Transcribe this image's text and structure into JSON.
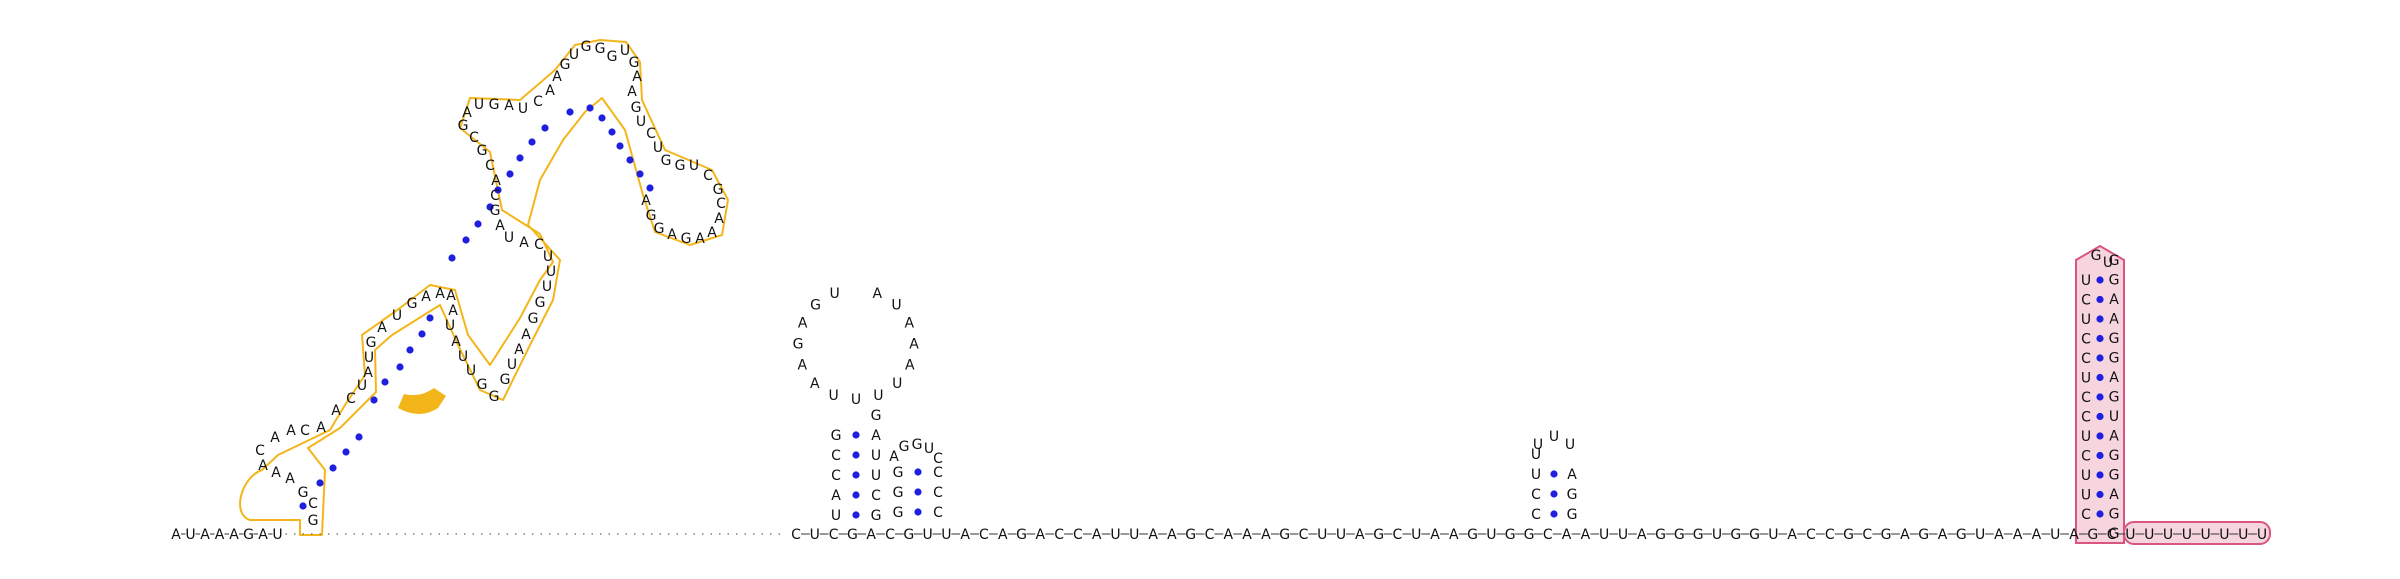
{
  "diagram": {
    "colors": {
      "pair": "#1f1fe0",
      "backbone": "#333333",
      "gapDot": "#666666",
      "orange_outline": "#f3b61a",
      "orange_fill": "#f3b61a",
      "pink_outline": "#d9577f",
      "pink_fill": "#f7d5df"
    },
    "segments": {
      "baseline_left": "AUAAAGAU",
      "baseline_main": "CUCGACGUUACAGACCAUUAAGCAAAGCUUAGCUAAGUGGCAAUUAGGGUGGUACCGCGAGAGUAAAUAGCUUUUUUUU",
      "orange_domain": "GCGAAACAACAACUAUGAUGAAAAUAUUGGGUAAGGUUUCAUAGCACGCGAUGAUCAAGUGGGUGAAGUCUGGUCGCAAAGAGGAG",
      "stem_a_left": "UACCG",
      "stem_a_right": "GCUUAG",
      "stem_a_loop": "AUAAAUUUUAAGAGU",
      "stem_b_left": "GGG",
      "stem_b_right": "CCC",
      "stem_b_loop": "AGGUC",
      "stem_c_left": "CCUU",
      "stem_c_right": "GGA",
      "stem_c_loop": "UUU",
      "pink_stem_left": "CUUCUCCUCCUCU",
      "pink_stem_right": "GGAGGAUGAGGAAGG",
      "pink_loop": "GU"
    }
  }
}
